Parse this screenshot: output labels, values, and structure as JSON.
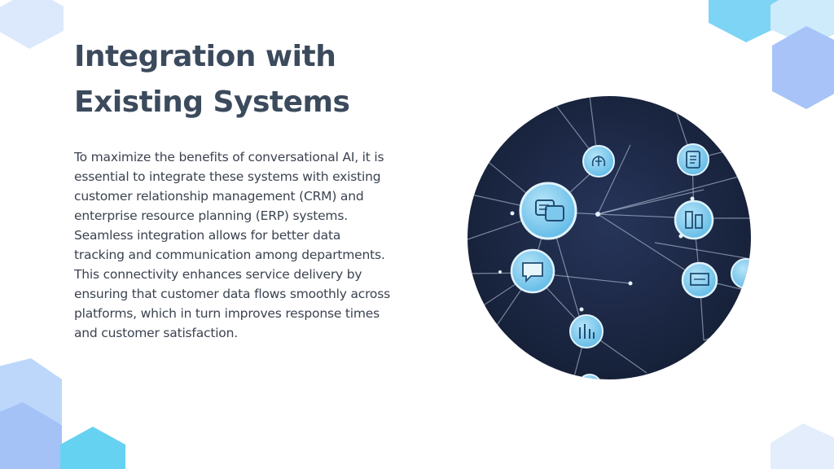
{
  "slide": {
    "title_line1": "Integration with",
    "title_line2": "Existing Systems",
    "body": "To maximize the benefits of conversational AI, it is essential to integrate these systems with existing customer relationship management (CRM) and enterprise resource planning (ERP) systems. Seamless integration allows for better data tracking and communication among departments. This connectivity enhances service delivery by ensuring that customer data flows smoothly across platforms, which in turn improves response times and customer satisfaction."
  },
  "colors": {
    "title": "#3b4a5c",
    "body": "#3b4350",
    "hex_light_blue": "#dbe8fb",
    "hex_cyan": "#6cd4f3",
    "hex_periwinkle": "#a9c4f7",
    "network_background": "#1b2742",
    "network_node": "#8fd0f0"
  },
  "illustration": {
    "kind": "network-nodes-image",
    "icons": [
      "mind-node-icon",
      "chat-node-icon",
      "document-node-icon",
      "data-node-icon",
      "app-node-icon",
      "report-node-icon",
      "chart-node-icon"
    ]
  }
}
